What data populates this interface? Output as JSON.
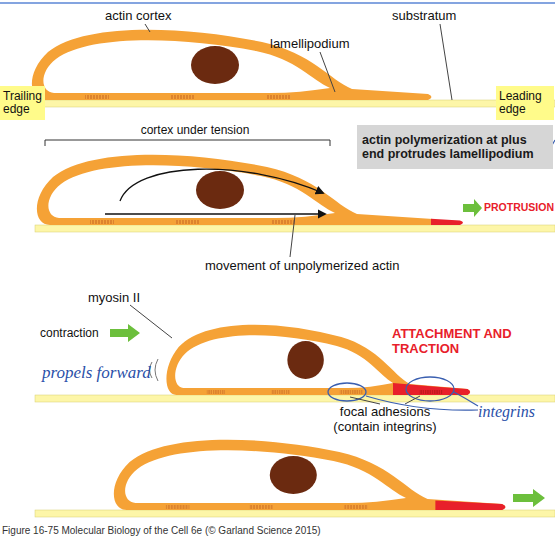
{
  "diagram": {
    "caption": "Figure 16-75 Molecular Biology of the Cell 6e (© Garland Science 2015)",
    "nodes": [
      {
        "text": [
          "Trailing edge"
        ]
      },
      {
        "text": [
          "Leading edge"
        ]
      },
      {
        "text": [
          "actin polymerization at plus end protrudes lamellipodium"
        ]
      }
    ],
    "labels": [
      "actin cortex",
      "substratum",
      "lamellipodium",
      "cortex under tension",
      "PROTRUSION",
      "movement of unpolymerized actin",
      "myosin II",
      "contraction",
      "ATTACHMENT AND TRACTION",
      "propels forward",
      "focal adhesions (contain integrins)",
      "integrins"
    ]
  }
}
